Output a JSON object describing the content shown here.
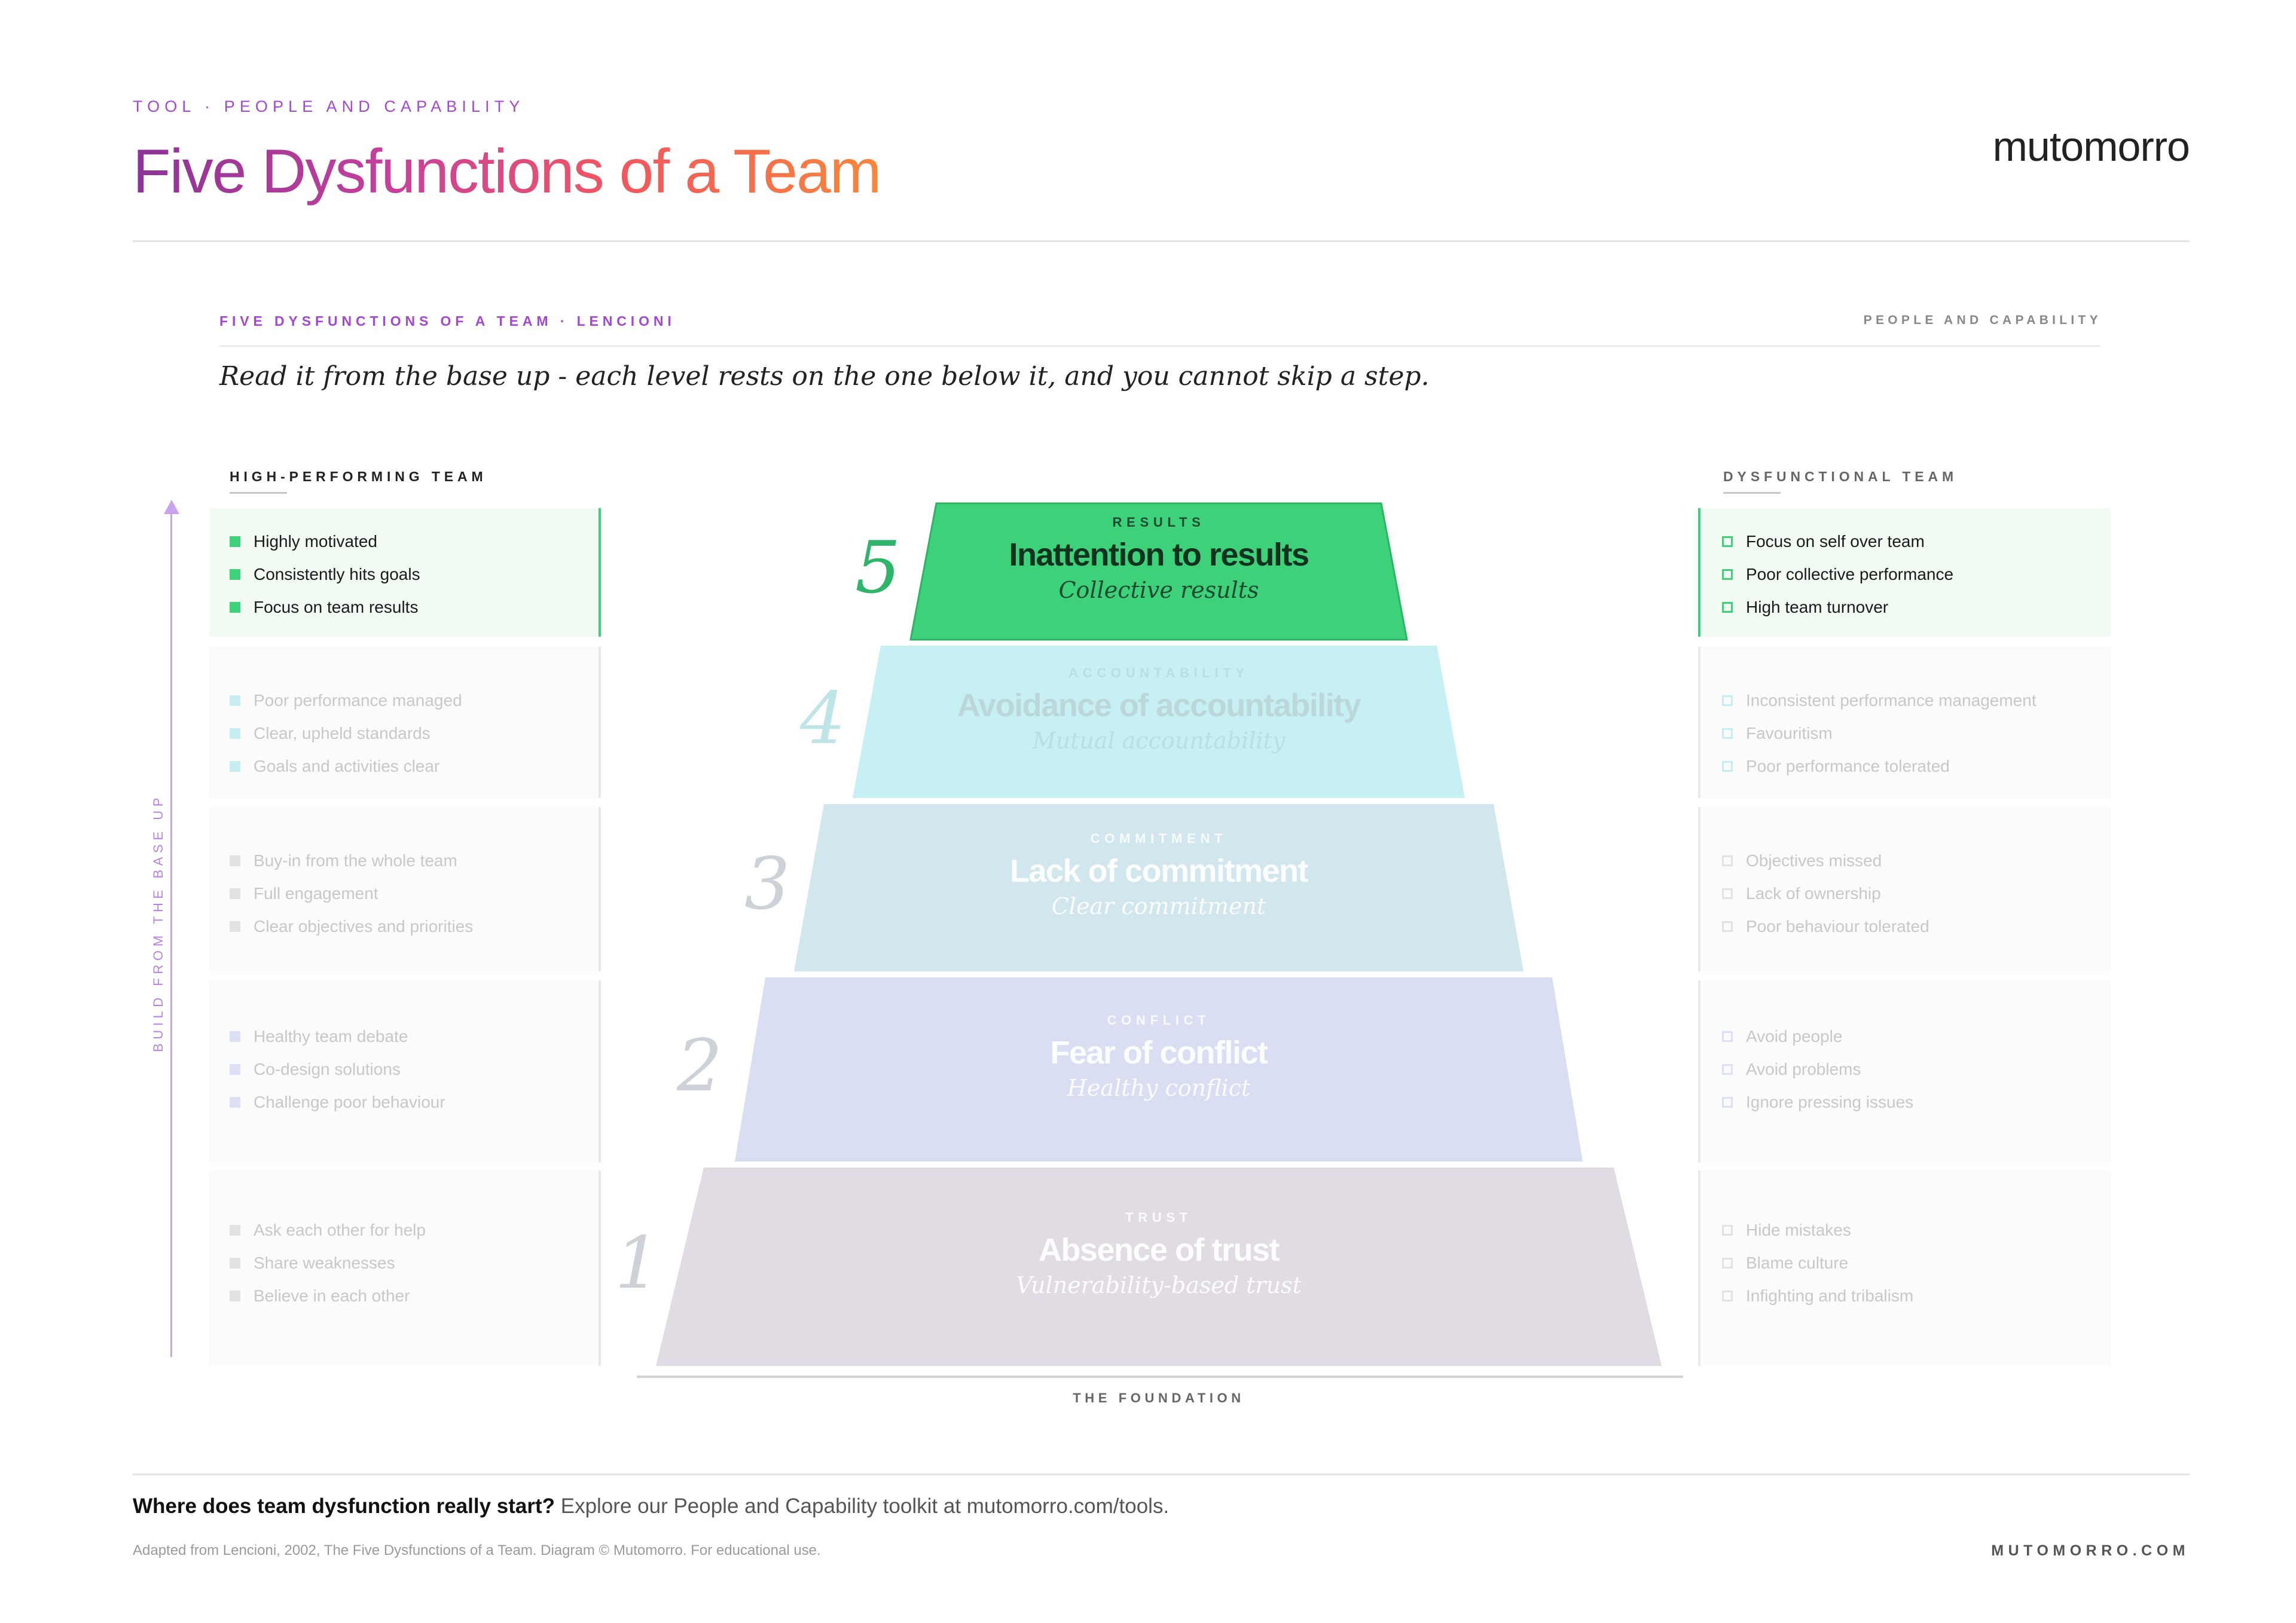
{
  "header": {
    "eyebrow": "TOOL · PEOPLE AND CAPABILITY",
    "title": "Five Dysfunctions of a Team",
    "brand": "mutomorro"
  },
  "card": {
    "subtitle_left": "FIVE DYSFUNCTIONS OF A TEAM · LENCIONI",
    "subtitle_right": "PEOPLE AND CAPABILITY",
    "quote": "Read it from the base up - each level rests on the one below it, and you cannot skip a step.",
    "left_heading": "HIGH-PERFORMING TEAM",
    "right_heading": "DYSFUNCTIONAL TEAM",
    "axis_label": "BUILD FROM THE BASE UP",
    "foundation_label": "THE FOUNDATION"
  },
  "levels": [
    {
      "number": "5",
      "eyebrow": "RESULTS",
      "title": "Inattention to results",
      "subtitle": "Collective results",
      "color": "#3dd17a",
      "highlighted": true,
      "high": [
        "Highly motivated",
        "Consistently hits goals",
        "Focus on team results"
      ],
      "dys": [
        "Focus on self over team",
        "Poor collective performance",
        "High team turnover"
      ]
    },
    {
      "number": "4",
      "eyebrow": "ACCOUNTABILITY",
      "title": "Avoidance of accountability",
      "subtitle": "Mutual accountability",
      "color": "#c6f0f3",
      "highlighted": false,
      "high": [
        "Poor performance managed",
        "Clear, upheld standards",
        "Goals and activities clear"
      ],
      "dys": [
        "Inconsistent performance management",
        "Favouritism",
        "Poor performance tolerated"
      ]
    },
    {
      "number": "3",
      "eyebrow": "COMMITMENT",
      "title": "Lack of commitment",
      "subtitle": "Clear commitment",
      "color": "#d2e6ee",
      "highlighted": false,
      "high": [
        "Buy-in from the whole team",
        "Full engagement",
        "Clear objectives and priorities"
      ],
      "dys": [
        "Objectives missed",
        "Lack of ownership",
        "Poor behaviour tolerated"
      ]
    },
    {
      "number": "2",
      "eyebrow": "CONFLICT",
      "title": "Fear of conflict",
      "subtitle": "Healthy conflict",
      "color": "#dadef3",
      "highlighted": false,
      "high": [
        "Healthy team debate",
        "Co-design solutions",
        "Challenge poor behaviour"
      ],
      "dys": [
        "Avoid people",
        "Avoid problems",
        "Ignore pressing issues"
      ]
    },
    {
      "number": "1",
      "eyebrow": "TRUST",
      "title": "Absence of trust",
      "subtitle": "Vulnerability-based trust",
      "color": "#e1dce3",
      "highlighted": false,
      "high": [
        "Ask each other for help",
        "Share weaknesses",
        "Believe in each other"
      ],
      "dys": [
        "Hide mistakes",
        "Blame culture",
        "Infighting and tribalism"
      ]
    }
  ],
  "footer": {
    "cta_bold": "Where does team dysfunction really start?",
    "cta_rest": " Explore our People and Capability toolkit at mutomorro.com/tools.",
    "credit": "Adapted from Lencioni, 2002, The Five Dysfunctions of a Team. Diagram © Mutomorro. For educational use.",
    "site": "MUTOMORRO.COM"
  }
}
